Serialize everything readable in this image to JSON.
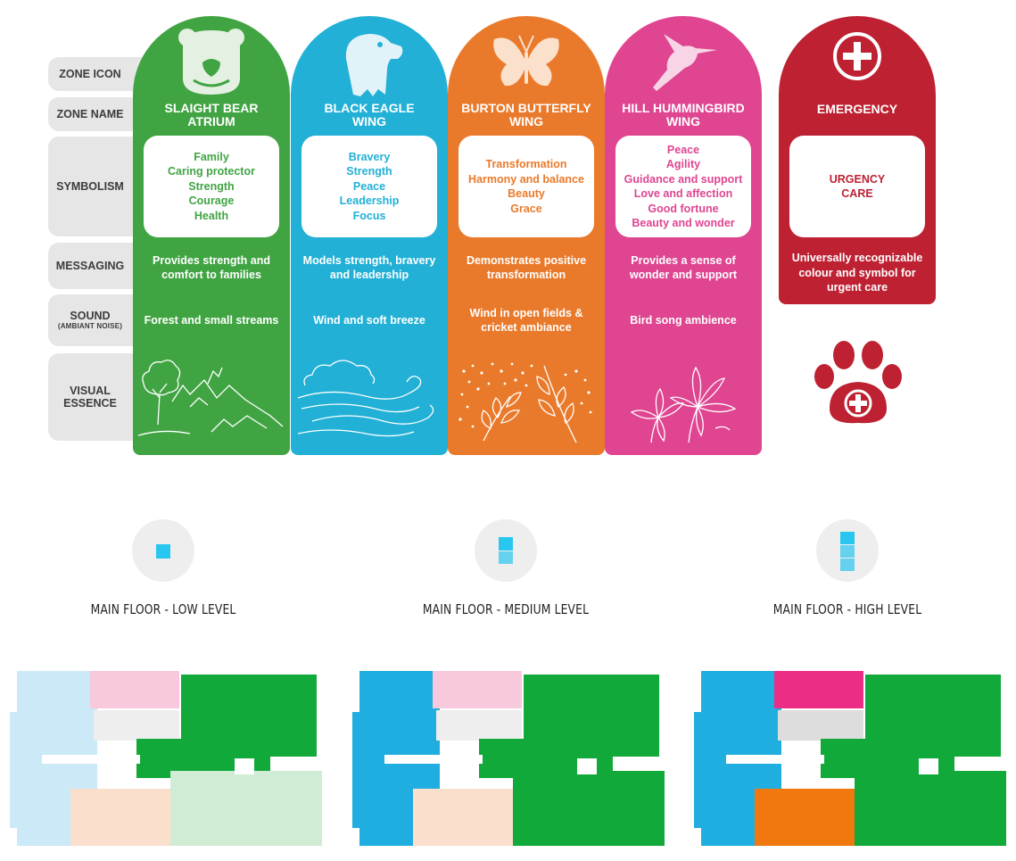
{
  "row_labels": {
    "zone_icon": "ZONE ICON",
    "zone_name": "ZONE NAME",
    "symbolism": "SYMBOLISM",
    "messaging": "MESSAGING",
    "sound": "SOUND",
    "sound_sub": "(AMBIANT NOISE)",
    "visual": [
      "VISUAL",
      "ESSENCE"
    ]
  },
  "zones": [
    {
      "color": "#41a443",
      "icon": "bear-icon",
      "name": [
        "SLAIGHT BEAR",
        "ATRIUM"
      ],
      "symbolism": [
        "Family",
        "Caring protector",
        "Strength",
        "Courage",
        "Health"
      ],
      "messaging": [
        "Provides strength and",
        "comfort to families"
      ],
      "sound": [
        "Forest and small streams"
      ],
      "visual": "trees-mountains-illustration"
    },
    {
      "color": "#22b0d6",
      "icon": "eagle-icon",
      "name": [
        "BLACK EAGLE",
        "WING"
      ],
      "symbolism": [
        "Bravery",
        "Strength",
        "Peace",
        "Leadership",
        "Focus"
      ],
      "messaging": [
        "Models strength, bravery",
        "and leadership"
      ],
      "sound": [
        "Wind and soft breeze"
      ],
      "visual": "cloud-wind-illustration"
    },
    {
      "color": "#ea7a2b",
      "icon": "butterfly-icon",
      "name": [
        "BURTON BUTTERFLY",
        "WING"
      ],
      "symbolism": [
        "Transformation",
        "Harmony and balance",
        "Beauty",
        "Grace"
      ],
      "messaging": [
        "Demonstrates positive",
        "transformation"
      ],
      "sound": [
        "Wind in open fields &",
        "cricket ambiance"
      ],
      "visual": "leaves-illustration"
    },
    {
      "color": "#df4591",
      "icon": "hummingbird-icon",
      "name": [
        "HILL HUMMINGBIRD",
        "WING"
      ],
      "symbolism": [
        "Peace",
        "Agility",
        "Guidance and support",
        "Love and affection",
        "Good fortune",
        "Beauty and wonder"
      ],
      "messaging": [
        "Provides a sense of",
        "wonder and support"
      ],
      "sound": [
        "Bird song ambience"
      ],
      "visual": "flowers-illustration"
    }
  ],
  "emergency": {
    "color": "#bd2132",
    "icon": "plus-circle-icon",
    "name": "EMERGENCY",
    "symbolism": [
      "URGENCY",
      "CARE"
    ],
    "messaging": [
      "Universally recognizable",
      "colour and symbol for",
      "urgent care"
    ],
    "extra_icon": "paw-plus-icon"
  },
  "levels": [
    {
      "title": "MAIN FLOOR - LOW LEVEL",
      "level": 1,
      "max_level": 3
    },
    {
      "title": "MAIN FLOOR - MEDIUM LEVEL",
      "level": 2,
      "max_level": 3
    },
    {
      "title": "MAIN FLOOR - HIGH LEVEL",
      "level": 3,
      "max_level": 3
    }
  ],
  "indicator_color": "#29c6f0"
}
